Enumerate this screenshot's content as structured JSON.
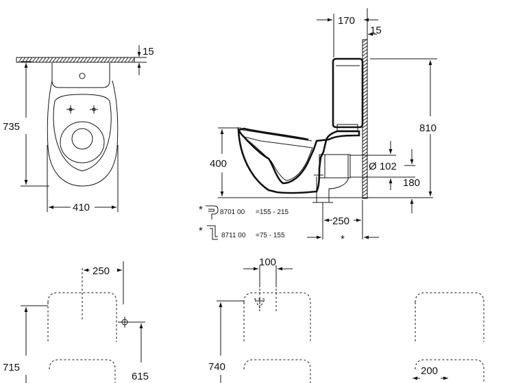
{
  "views": {
    "front": {
      "depth": "735",
      "width": "410",
      "offset_top": "15"
    },
    "side": {
      "tank_offset": "170",
      "wall_gap": "15",
      "total_height": "810",
      "seat_height": "400",
      "outlet_diameter": "Ø 102",
      "outlet_height": "180",
      "outlet_distance": "250",
      "star_mark": "*"
    },
    "notes": [
      {
        "marker": "*",
        "code": "8701 00",
        "range": "=155 - 215"
      },
      {
        "marker": "*",
        "code": "8711 00",
        "range": "=75 -  155"
      }
    ],
    "bottom": {
      "left_spacing": "250",
      "left_height": "715",
      "left_supply": "615",
      "middle_spacing": "100",
      "middle_height": "740",
      "right_width": "200"
    }
  }
}
